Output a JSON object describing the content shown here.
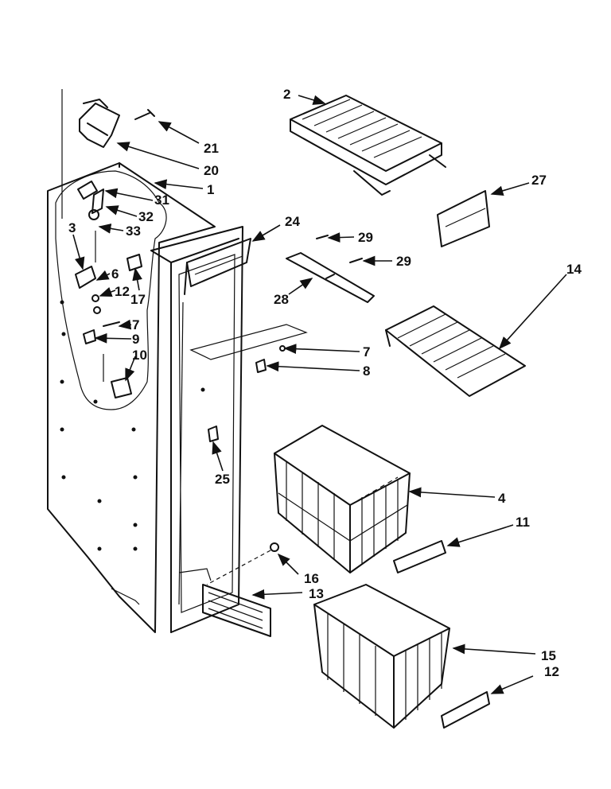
{
  "callouts": [
    "1",
    "2",
    "3",
    "4",
    "6",
    "7",
    "7",
    "8",
    "9",
    "10",
    "11",
    "12",
    "12",
    "13",
    "14",
    "15",
    "16",
    "17",
    "20",
    "21",
    "24",
    "25",
    "27",
    "28",
    "29",
    "29",
    "31",
    "32",
    "33"
  ]
}
